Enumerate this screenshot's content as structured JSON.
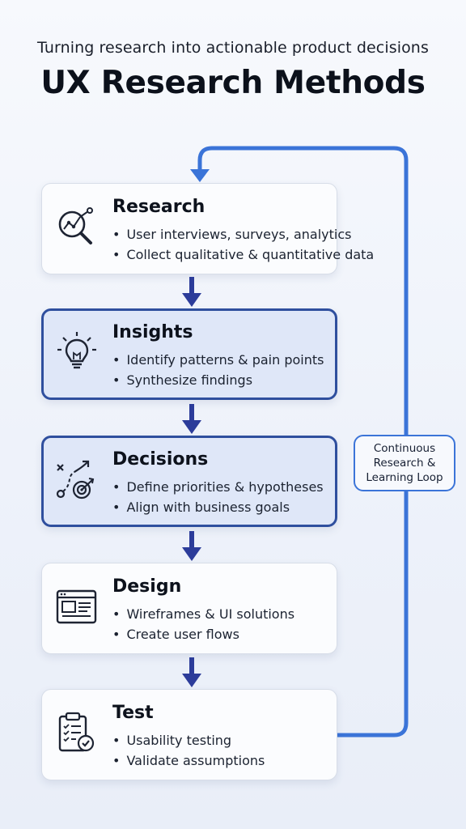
{
  "header": {
    "subtitle": "Turning research into actionable product decisions",
    "title": "UX Research Methods"
  },
  "steps": [
    {
      "heading": "Research",
      "icon": "magnifier-chart-icon",
      "highlighted": false,
      "bullets": [
        "User interviews, surveys, analytics",
        "Collect qualitative & quantitative data"
      ]
    },
    {
      "heading": "Insights",
      "icon": "lightbulb-icon",
      "highlighted": true,
      "bullets": [
        "Identify patterns & pain points",
        "Synthesize findings"
      ]
    },
    {
      "heading": "Decisions",
      "icon": "target-path-icon",
      "highlighted": true,
      "bullets": [
        "Define priorities & hypotheses",
        "Align with business goals"
      ]
    },
    {
      "heading": "Design",
      "icon": "wireframe-window-icon",
      "highlighted": false,
      "bullets": [
        "Wireframes & UI solutions",
        "Create user flows"
      ]
    },
    {
      "heading": "Test",
      "icon": "clipboard-check-icon",
      "highlighted": false,
      "bullets": [
        "Usability testing",
        "Validate assumptions"
      ]
    }
  ],
  "loop": {
    "label_lines": [
      "Continuous",
      "Research &",
      "Learning Loop"
    ]
  },
  "colors": {
    "arrow": "#2c3c9a",
    "loop_line": "#3b74d8",
    "highlight_border": "#2f4f9e",
    "highlight_fill": "#dfe7f8"
  }
}
